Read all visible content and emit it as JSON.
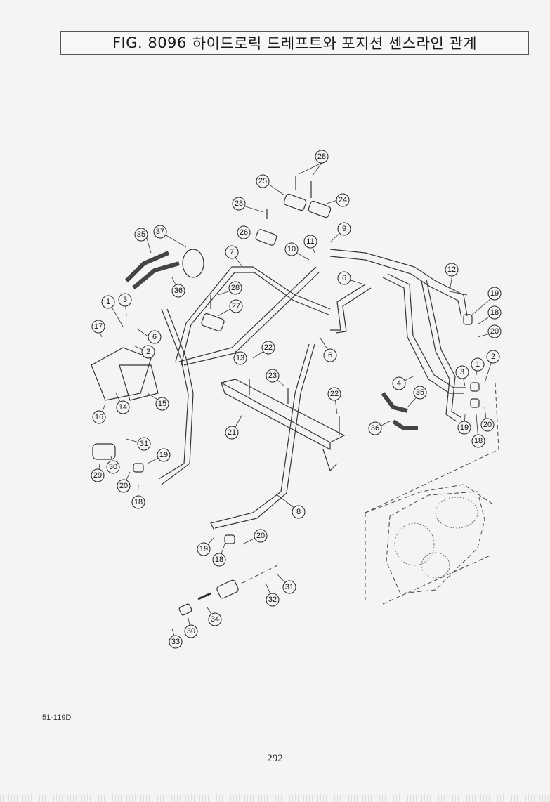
{
  "header": {
    "fig_label": "FIG. 8096",
    "title_kr": "하이드로릭 드레프트와 포지션 센스라인 관계"
  },
  "diagram": {
    "callouts": [
      "1",
      "2",
      "3",
      "4",
      "6",
      "7",
      "8",
      "9",
      "10",
      "11",
      "12",
      "13",
      "14",
      "15",
      "16",
      "17",
      "18",
      "19",
      "20",
      "21",
      "22",
      "23",
      "24",
      "25",
      "26",
      "27",
      "28",
      "29",
      "30",
      "31",
      "32",
      "33",
      "34",
      "35",
      "36",
      "37"
    ]
  },
  "footer": {
    "drawing_code": "51-119D",
    "page_number": "292"
  }
}
